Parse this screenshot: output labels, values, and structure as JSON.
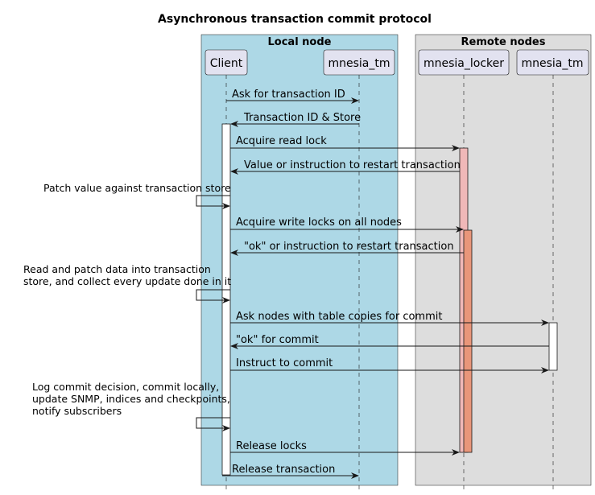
{
  "title": "Asynchronous transaction commit protocol",
  "colors": {
    "local_box": "#ADD8E6",
    "remote_box": "#DDDDDD",
    "participant_fill": "#E2E2F0",
    "participant_border": "#181818",
    "read_lock_activation": "#F0B8B8",
    "write_lock_activation": "#E9967A",
    "activation_default": "#FFFFFF"
  },
  "boxes": {
    "local": "Local node",
    "remote": "Remote nodes"
  },
  "participants": {
    "client": "Client",
    "local_tm": "mnesia_tm",
    "locker": "mnesia_locker",
    "remote_tm": "mnesia_tm"
  },
  "messages": {
    "ask_tid": "Ask for transaction ID",
    "tid_store": "Transaction ID & Store",
    "acquire_read": "Acquire read lock",
    "read_reply": "Value or instruction to restart transaction",
    "acquire_write": "Acquire write locks on all nodes",
    "write_reply": "\"ok\" or instruction to restart transaction",
    "ask_commit": "Ask nodes with table copies for commit",
    "ok_commit": "\"ok\" for commit",
    "instruct_commit": "Instruct to commit",
    "release_locks": "Release locks",
    "release_tx": "Release transaction"
  },
  "notes": {
    "patch": [
      "Patch value against transaction store"
    ],
    "read_patch": [
      "Read and patch data into transaction",
      "store, and collect every update done in it"
    ],
    "log_commit": [
      "Log commit decision, commit locally,",
      "update SNMP, indices and checkpoints,",
      "notify subscribers"
    ]
  }
}
